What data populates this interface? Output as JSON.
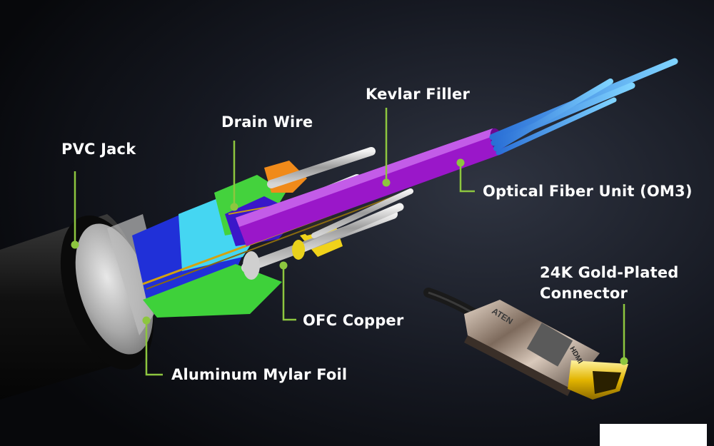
{
  "accent_color": "#8dc63f",
  "labels": {
    "pvc_jack": "PVC Jack",
    "drain_wire": "Drain Wire",
    "kevlar_filler": "Kevlar Filler",
    "optical_fiber_unit": "Optical Fiber Unit (OM3)",
    "connector_line1": "24K Gold-Plated",
    "connector_line2": "Connector",
    "ofc_copper": "OFC Copper",
    "aluminum_mylar_foil": "Aluminum Mylar Foil"
  },
  "connector_text": {
    "brand": "ATEN",
    "port": "HDMI"
  }
}
